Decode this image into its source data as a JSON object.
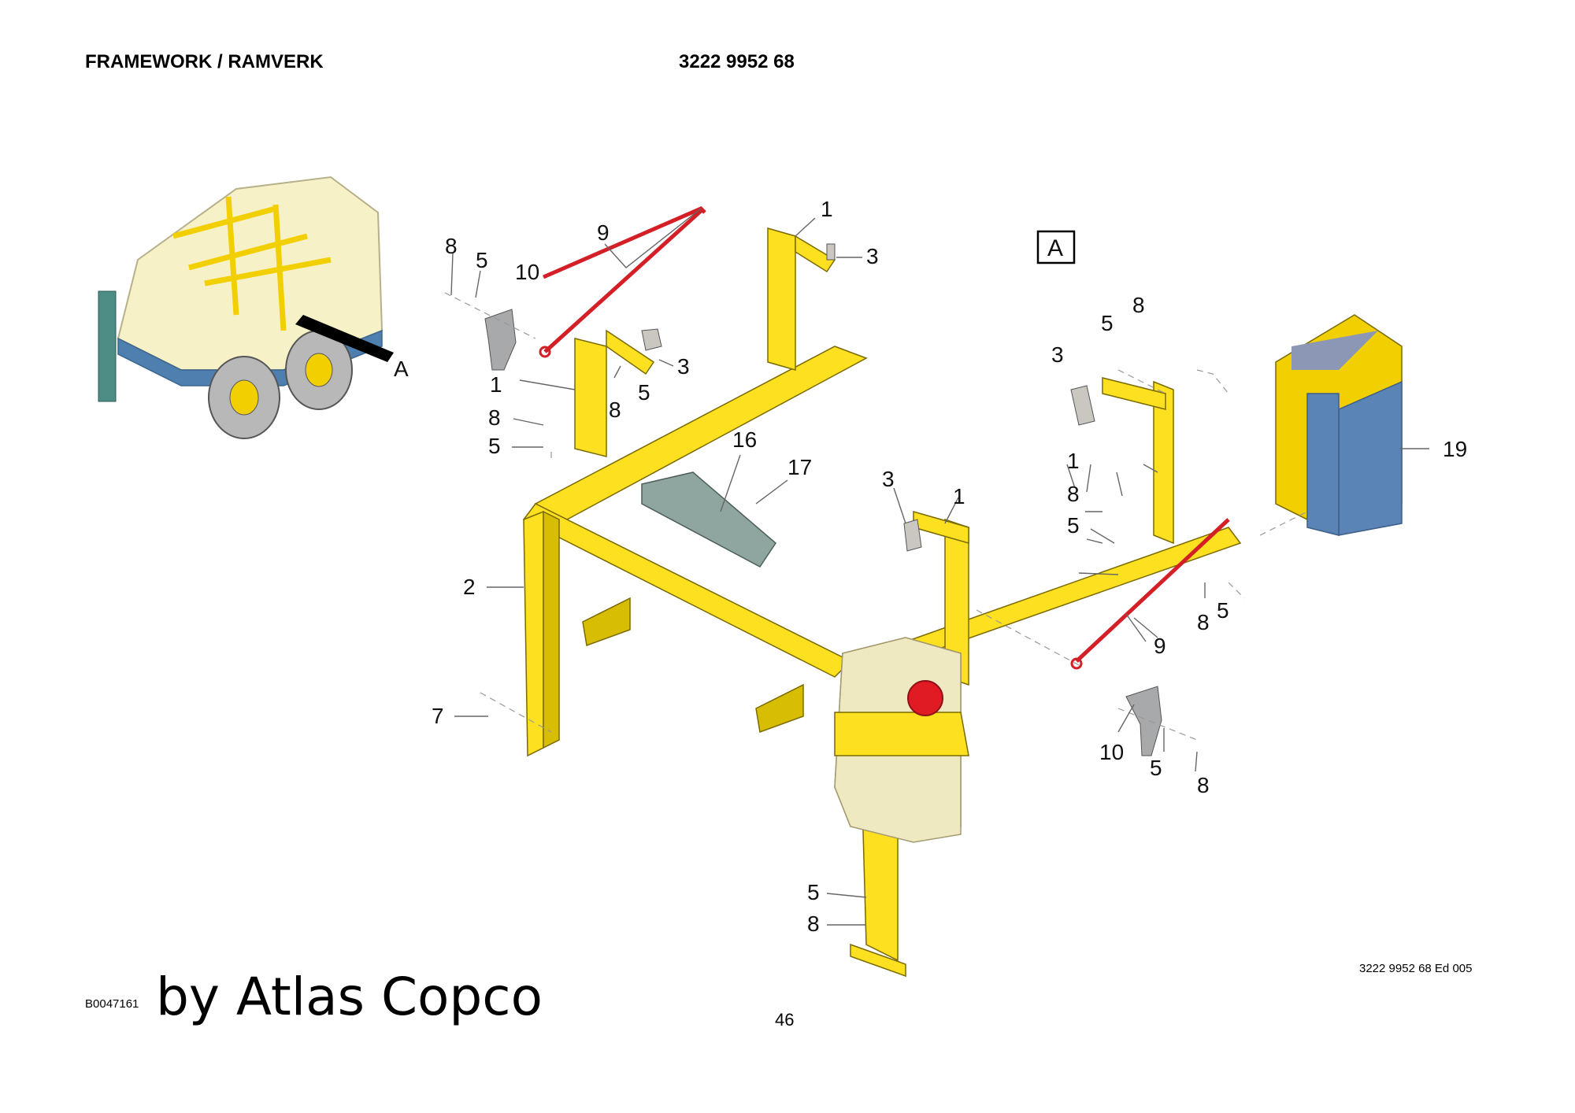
{
  "header": {
    "title": "FRAMEWORK / RAMVERK",
    "part_number": "3222 9952 68"
  },
  "detail_label": "A",
  "callouts": {
    "c1a": "1",
    "c1b": "1",
    "c1c": "1",
    "c1d": "1",
    "c2": "2",
    "c3a": "3",
    "c3b": "3",
    "c3c": "3",
    "c3d": "3",
    "c5a": "5",
    "c5b": "5",
    "c5c": "5",
    "c5d": "5",
    "c5e": "5",
    "c5f": "5",
    "c5g": "5",
    "c5h": "5",
    "c7": "7",
    "c8a": "8",
    "c8b": "8",
    "c8c": "8",
    "c8d": "8",
    "c8e": "8",
    "c8f": "8",
    "c8g": "8",
    "c8h": "8",
    "c9a": "9",
    "c9b": "9",
    "c10a": "10",
    "c10b": "10",
    "c16": "16",
    "c17": "17",
    "c19": "19",
    "cA": "A"
  },
  "footer": {
    "edition": "3222 9952 68 Ed 005",
    "image_code": "B0047161",
    "brand": "by Atlas Copco",
    "page_number": "46"
  },
  "colors": {
    "frame": "#fde120",
    "hose": "#d41f26",
    "cooler": "#5a83b6",
    "plate": "#c9c7bf"
  }
}
